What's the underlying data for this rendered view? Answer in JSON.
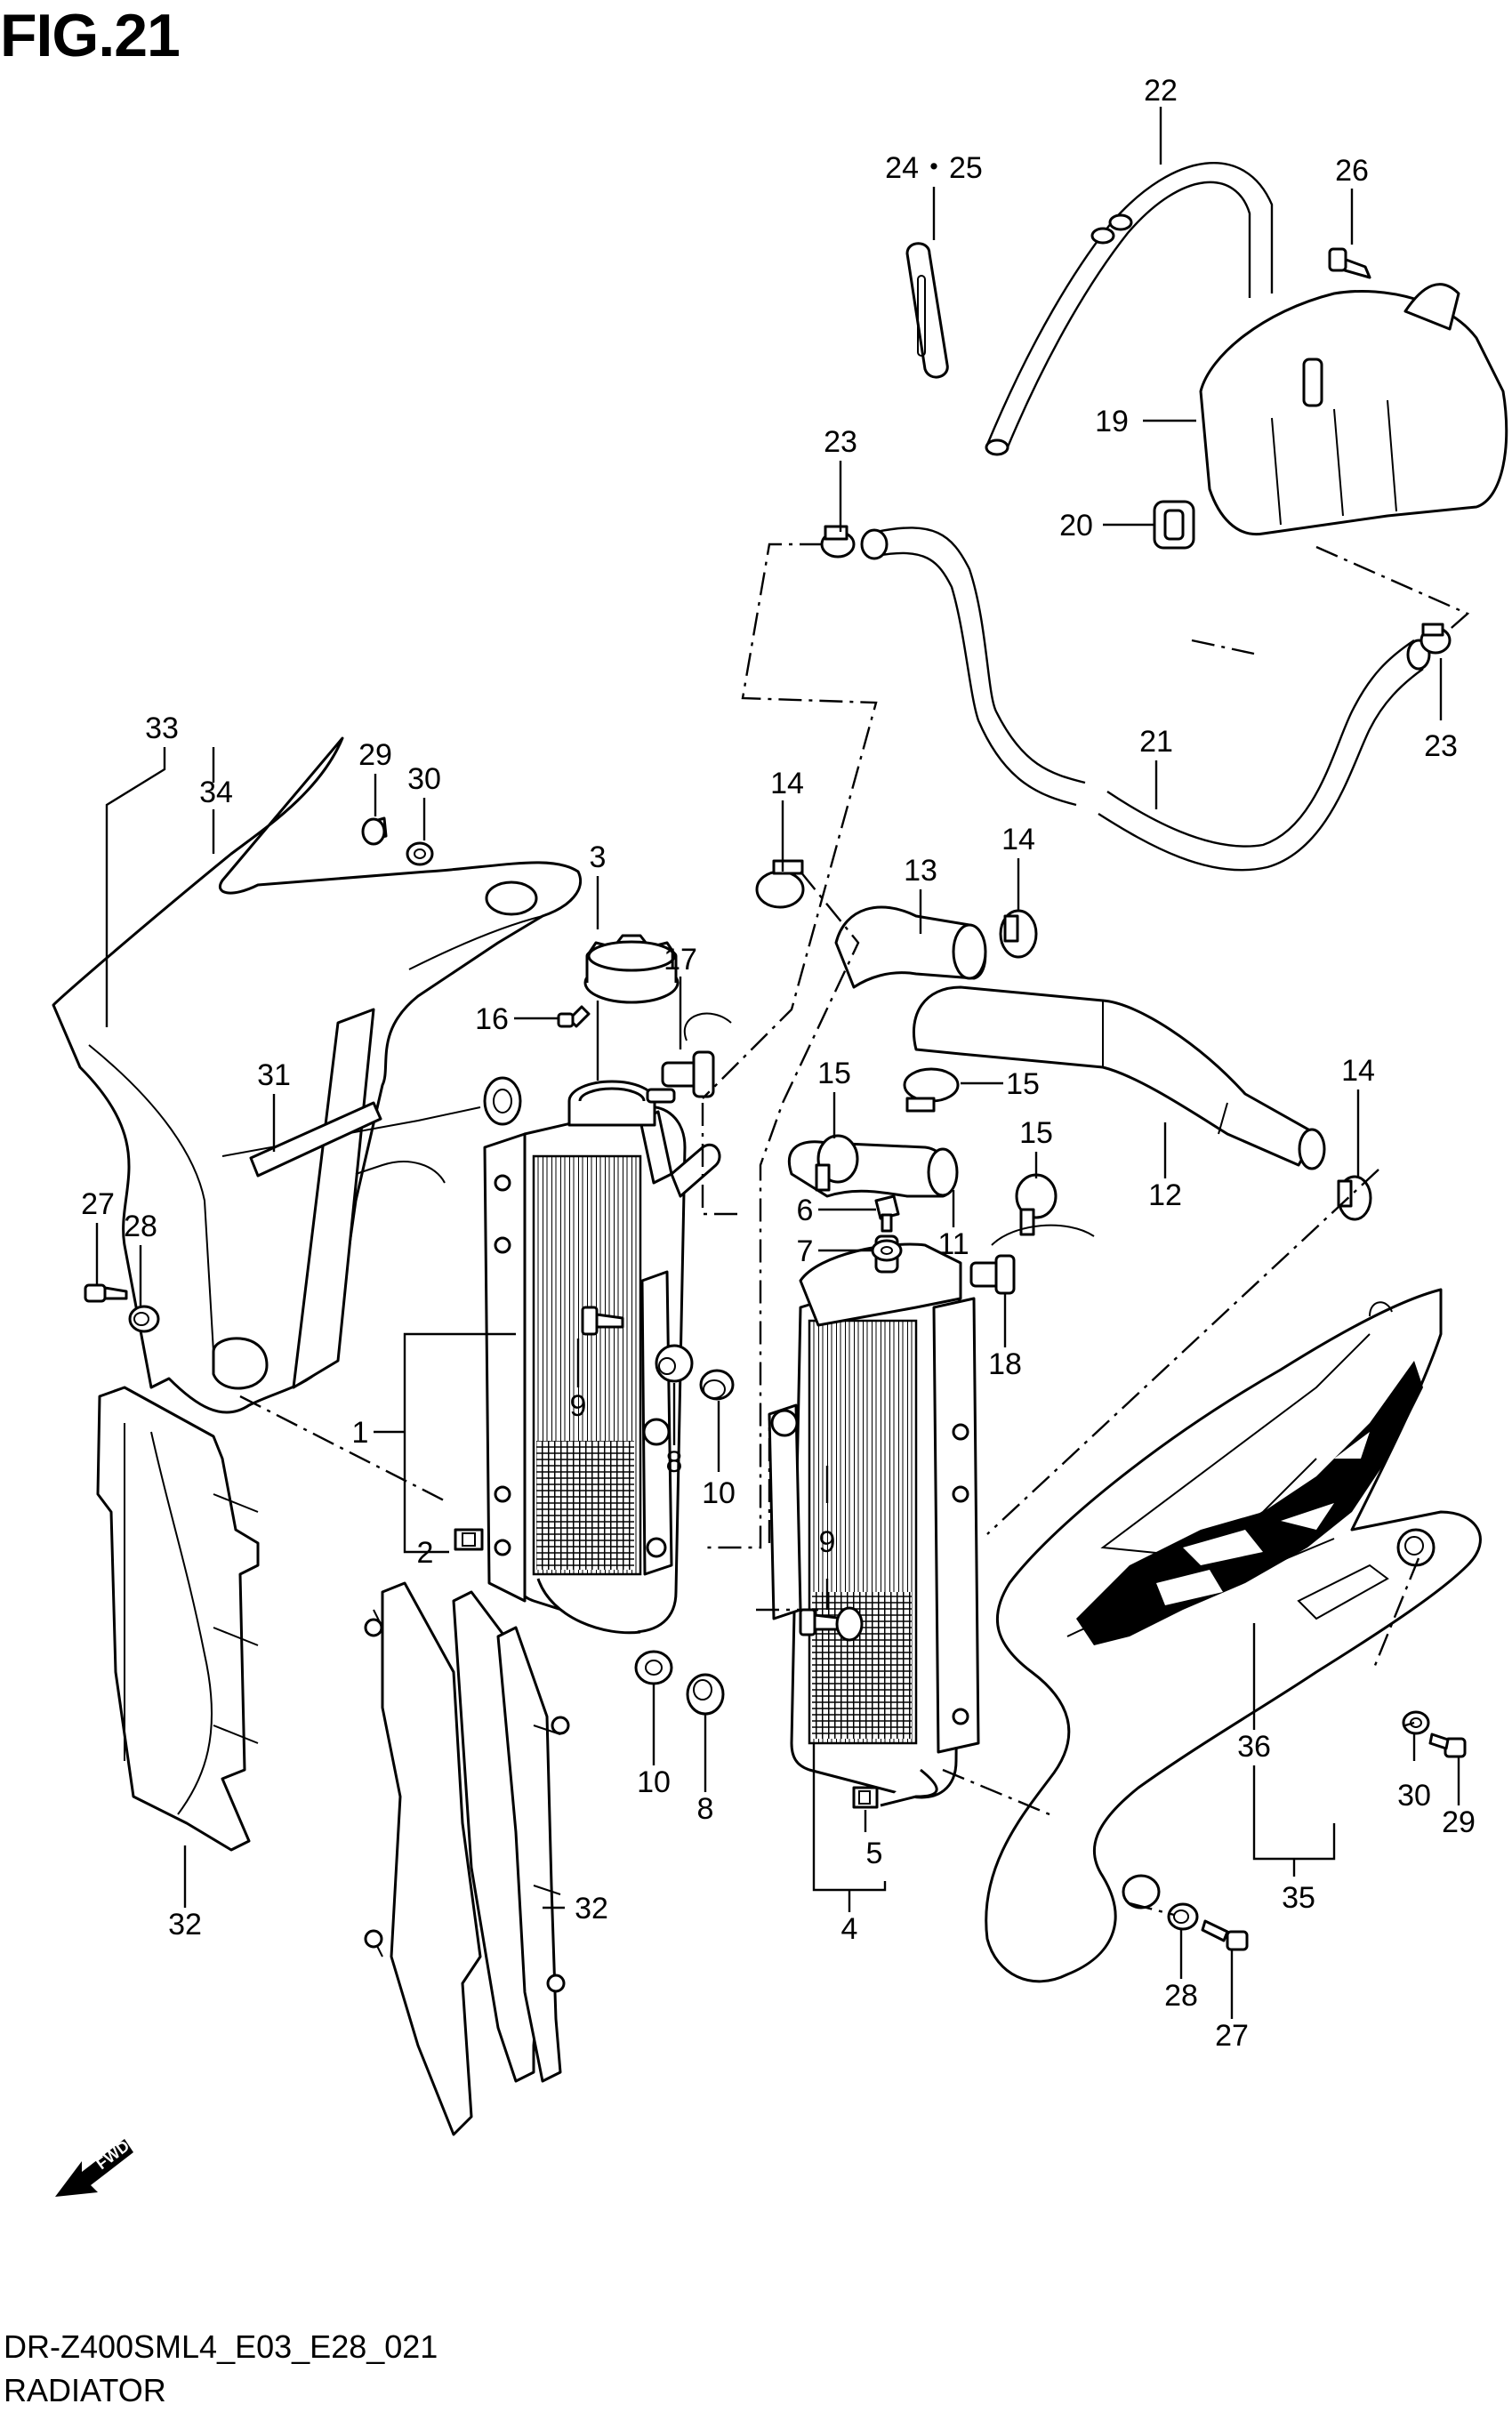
{
  "header": {
    "figure": "FIG.21"
  },
  "footer": {
    "code": "DR-Z400SML4_E03_E28_021",
    "title": "RADIATOR"
  },
  "callouts": [
    "1",
    "2",
    "3",
    "4",
    "5",
    "6",
    "7",
    "8",
    "8",
    "9",
    "9",
    "10",
    "10",
    "11",
    "12",
    "13",
    "14",
    "14",
    "14",
    "15",
    "15",
    "15",
    "16",
    "17",
    "18",
    "19",
    "20",
    "21",
    "22",
    "23",
    "23",
    "24・25",
    "26",
    "27",
    "27",
    "28",
    "28",
    "29",
    "29",
    "30",
    "30",
    "31",
    "32",
    "32",
    "33",
    "34",
    "35",
    "36"
  ],
  "fwd_badge": "FWD"
}
